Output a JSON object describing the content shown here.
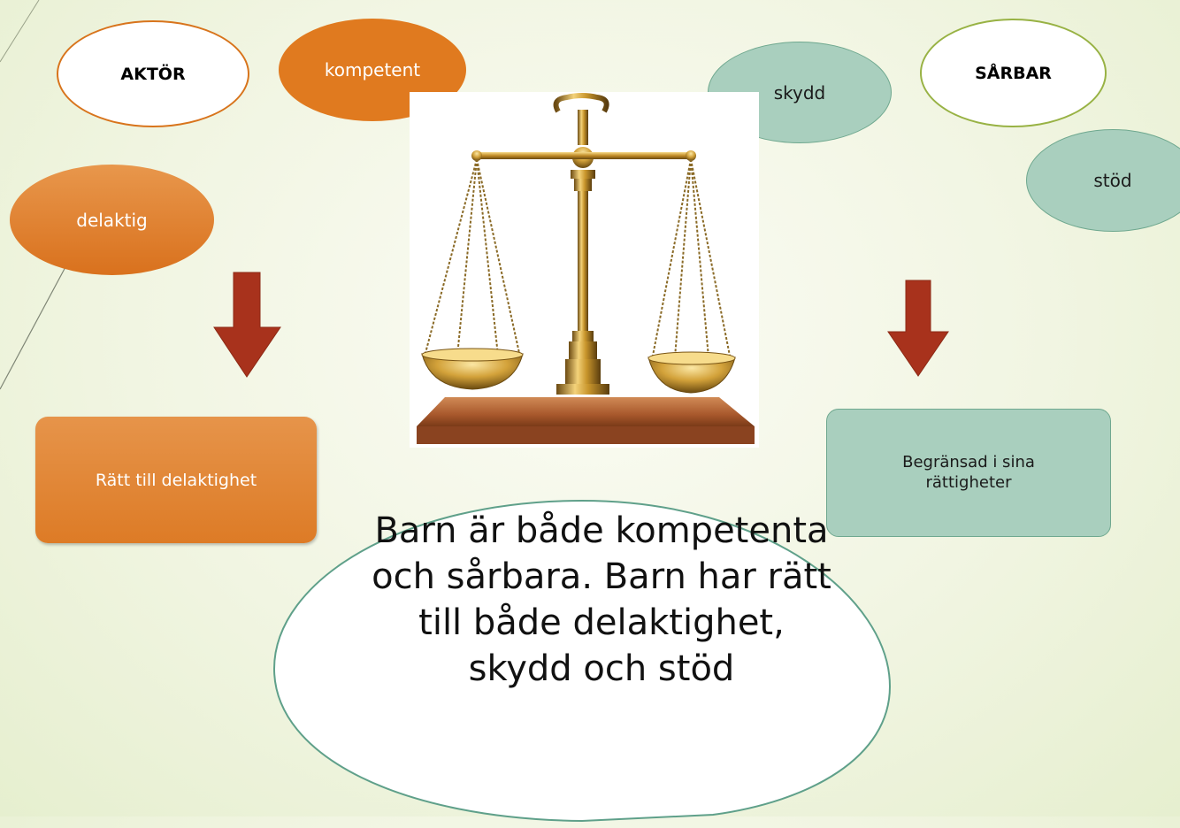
{
  "bubbles": {
    "aktor": "AKTÖR",
    "kompetent": "kompetent",
    "delaktig": "delaktig",
    "skydd": "skydd",
    "sarbar": "SÅRBAR",
    "stod": "stöd"
  },
  "boxes": {
    "left": "Rätt till delaktighet",
    "right": "Begränsad  i sina rättigheter"
  },
  "callout": {
    "text": "Barn är både kompetenta och sårbara. Barn har rätt till både delaktighet, skydd och stöd"
  },
  "colors": {
    "orange": "#e07a1f",
    "teal": "#a9cfbe",
    "arrow": "#a8321c",
    "callout_border": "#5fa08a"
  },
  "icons": {
    "scale": "balance-scale-icon",
    "arrow": "arrow-down-icon"
  }
}
